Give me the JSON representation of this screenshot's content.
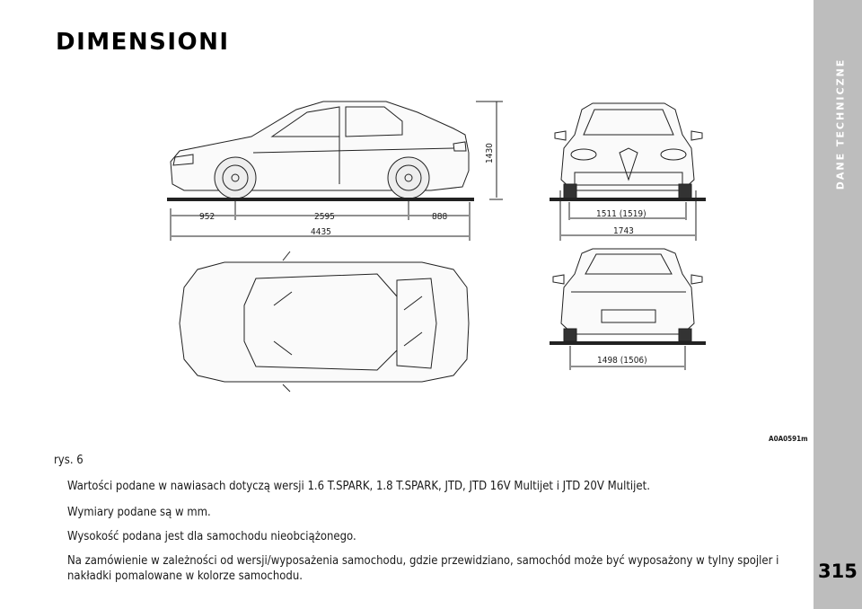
{
  "page": {
    "title": "DIMENSIONI",
    "section_label": "DANE TECHNICZNE",
    "page_number": "315",
    "figure_code": "A0A0591m",
    "figure_caption": "rys. 6"
  },
  "dimensions": {
    "front_overhang": "952",
    "wheelbase": "2595",
    "rear_overhang": "888",
    "length": "4435",
    "height": "1430",
    "front_track": "1511 (1519)",
    "width": "1743",
    "rear_track": "1498 (1506)"
  },
  "notes": [
    "Wartości podane w nawiasach dotyczą wersji  1.6 T.SPARK, 1.8 T.SPARK, JTD, JTD 16V Multijet  i JTD 20V Multijet.",
    "Wymiary podane są w mm.",
    "Wysokość podana jest dla samochodu nieobciążonego.",
    "Na zamówienie w zależności od wersji/wyposażenia samochodu, gdzie przewidziano, samochód może być wyposażony w tylny spojler i nakładki pomalowane w kolorze samochodu."
  ]
}
